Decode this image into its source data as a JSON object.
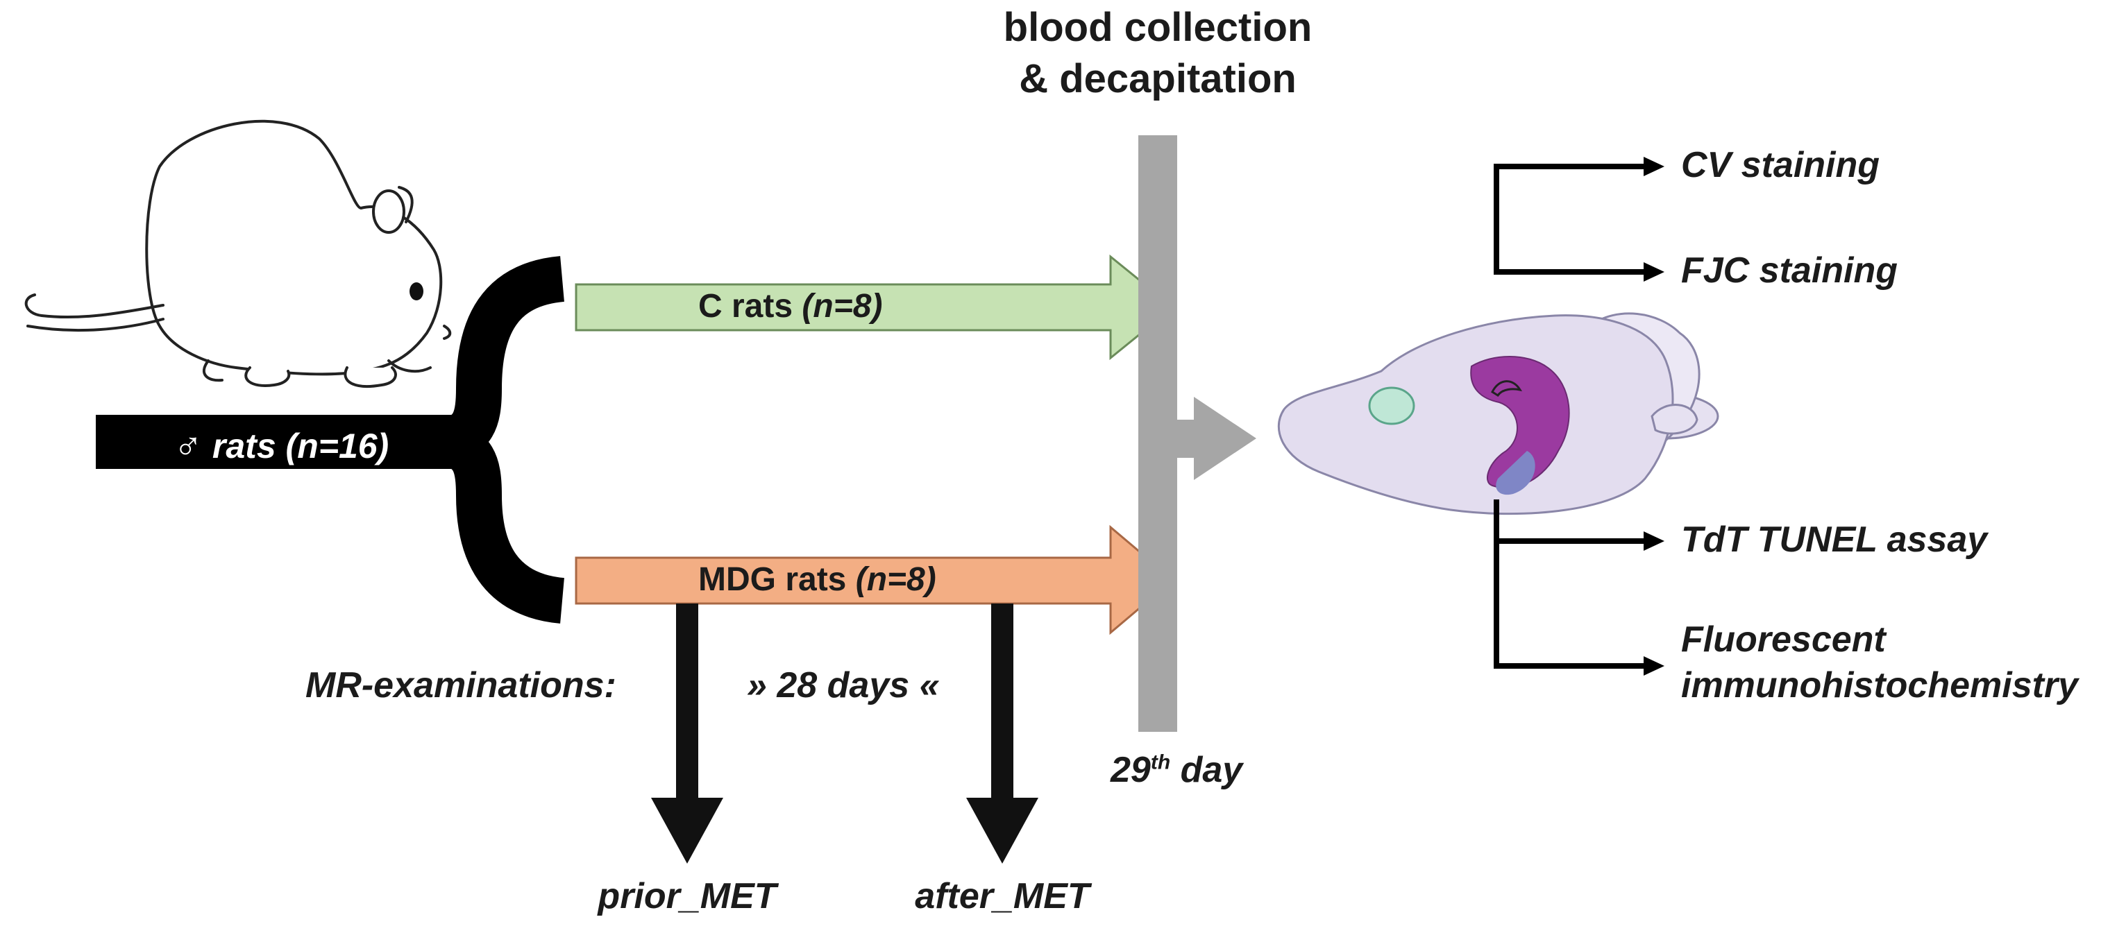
{
  "header": {
    "line1": "blood collection",
    "line2": "& decapitation"
  },
  "start": {
    "symbol": "♂",
    "label": "rats",
    "n": "(n=16)"
  },
  "groups": {
    "control": {
      "label": "C rats",
      "n": "(n=8)",
      "color": "#c6e2b3"
    },
    "mdg": {
      "label": "MDG rats",
      "n": "(n=8)",
      "color": "#f3ae84"
    }
  },
  "mr": {
    "label": "MR-examinations:",
    "interval": "» 28 days «",
    "first": "prior_MET",
    "second": "after_MET"
  },
  "endpoint": {
    "day_number": "29",
    "day_suffix": "th",
    "day_word": "day",
    "bar_color": "#a6a6a6"
  },
  "analyses": {
    "a1": "CV staining",
    "a2": "FJC staining",
    "a3": "TdT TUNEL assay",
    "a4_line1": "Fluorescent",
    "a4_line2": "immunohistochemistry"
  },
  "icons": [
    "rat-icon",
    "brain-icon"
  ]
}
